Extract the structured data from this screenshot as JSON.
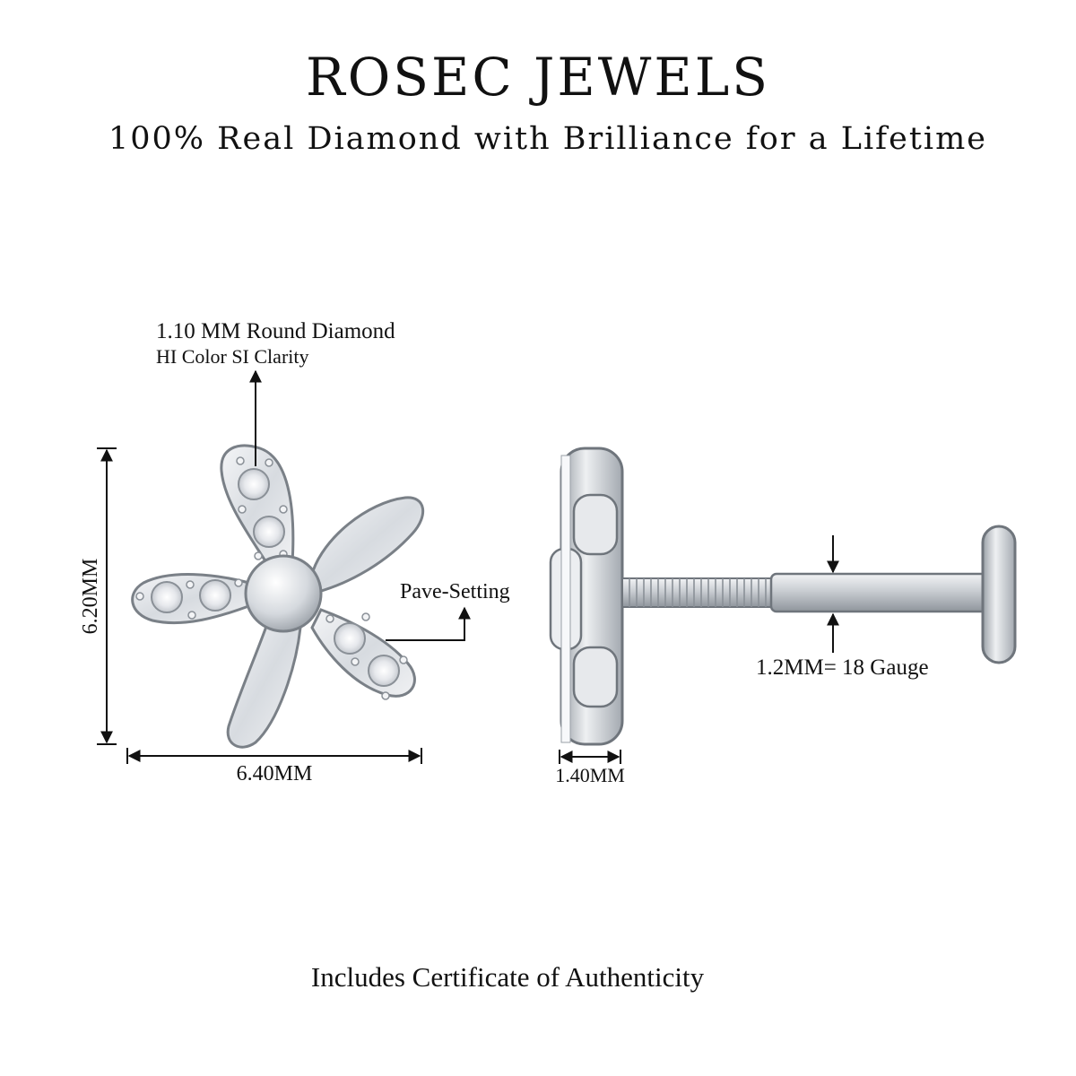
{
  "header": {
    "brand": "ROSEC JEWELS",
    "tagline": "100% Real Diamond with Brilliance for a Lifetime"
  },
  "annotations": {
    "diamond_line1": "1.10 MM Round Diamond",
    "diamond_line2": "HI Color SI Clarity",
    "setting": "Pave-Setting",
    "height": "6.20MM",
    "width": "6.40MM",
    "thickness": "1.40MM",
    "gauge": "1.2MM= 18 Gauge"
  },
  "footer": {
    "note": "Includes Certificate of Authenticity"
  },
  "colors": {
    "metal": "#d9dde2",
    "metal_dark": "#8e949b",
    "outline": "#6f757c",
    "dimension": "#111111"
  }
}
